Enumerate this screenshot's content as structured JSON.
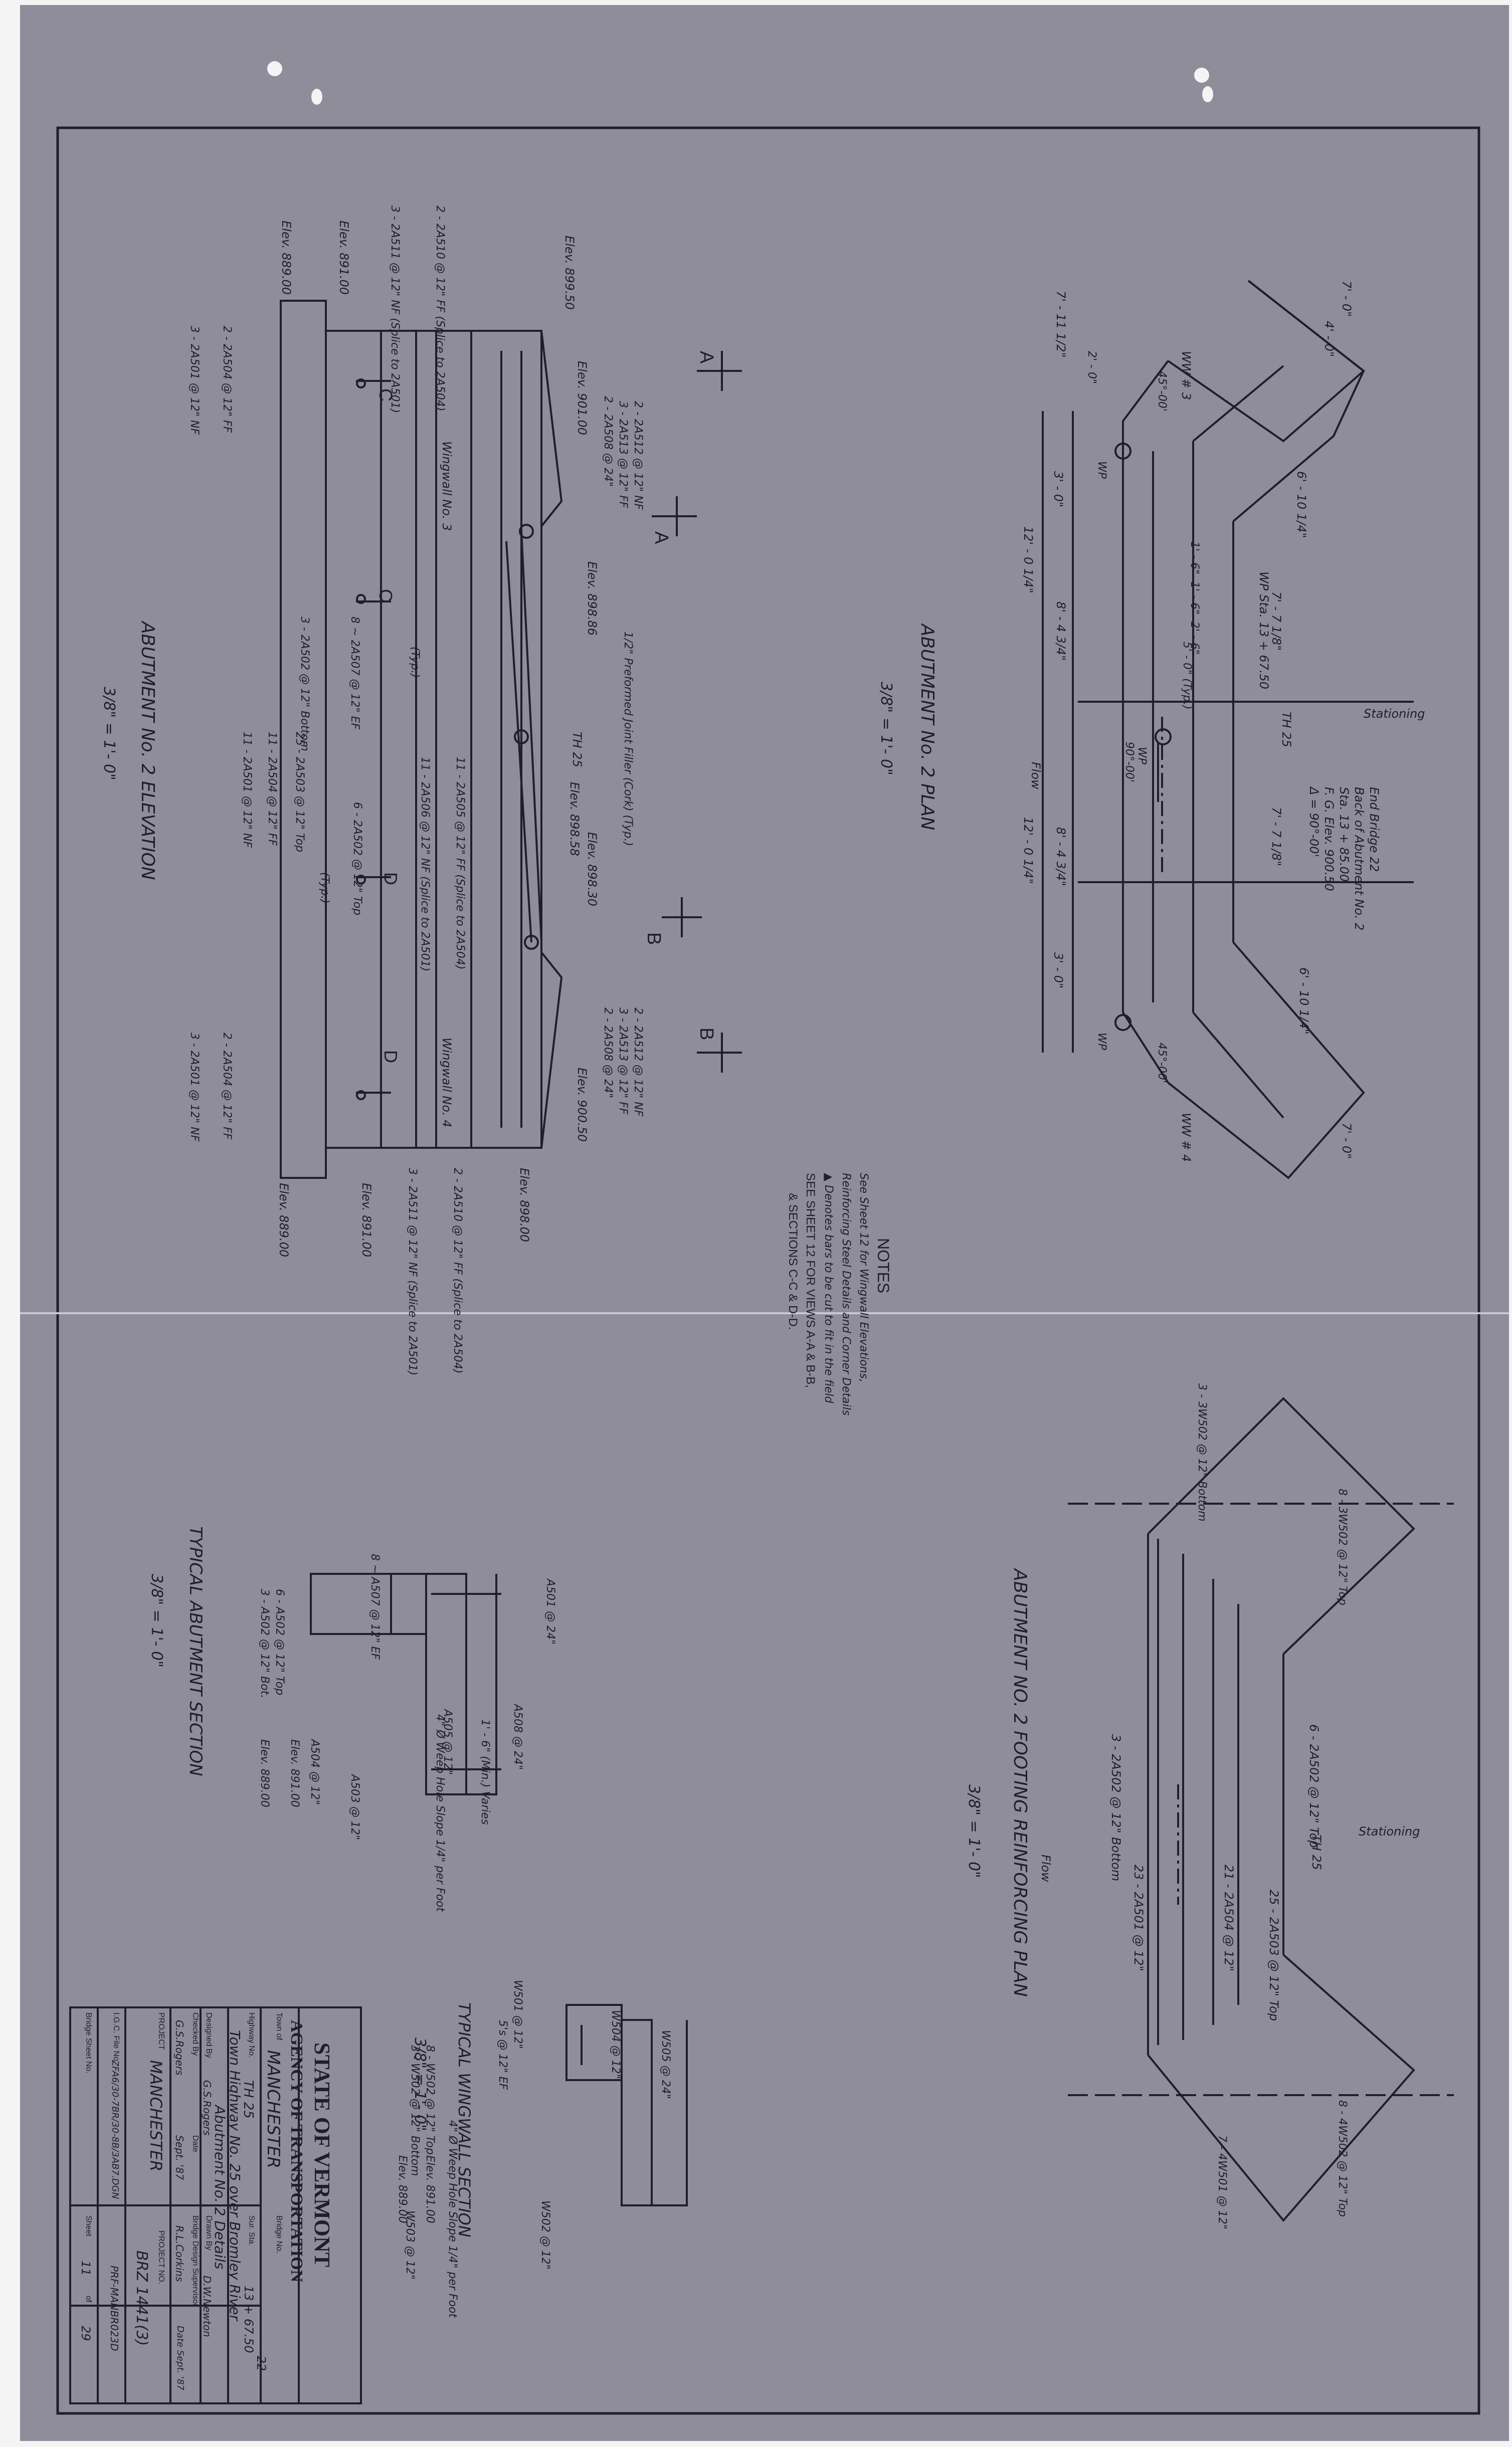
{
  "colors": {
    "paper": "#8e8d99",
    "margin": "#f4f4f4",
    "ink": "#1f1f2a",
    "faint": "#43434f",
    "light": "#c9c8d2"
  },
  "title_block": {
    "state": "STATE OF VERMONT",
    "agency": "AGENCY OF TRANSPORTATION",
    "town_label": "Town of",
    "town": "MANCHESTER",
    "bridge_no_label": "Bridge No.",
    "bridge_no": "22",
    "highway_label": "Highway No.",
    "highway": "TH 25",
    "sur_sta_label": "Sur. Sta.",
    "sur_sta": "13 + 67.50",
    "line1": "Town Highway No. 25 over Bromley River",
    "line2": "Abutment No. 2 Details",
    "designed_label": "Designed By",
    "designed": "G.S.Rogers",
    "drawn_label": "Drawn By",
    "drawn": "D.W.Newton",
    "checked_label": "Checked By",
    "checked": "G.S.Rogers",
    "date_label": "Date",
    "date": "Sept. '87",
    "supervisor_label": "Bridge Design Supervisor",
    "supervisor": "R.L.Corkins",
    "date2": "Date Sept. '87",
    "project_label": "PROJECT",
    "project": "MANCHESTER",
    "project_no_label": "PROJECT NO.",
    "project_no": "BRZ 1441(3)",
    "igc_label": "I.G.C. File No.",
    "igc": "ZFA6/30-7BR/30-8B/3AB7.DGN",
    "file_code": "PRF-MANBR023D",
    "bridge_sheet_label": "Bridge Sheet No.",
    "sheet_label": "Sheet",
    "sheet": "11",
    "of_label": "of",
    "total": "29"
  },
  "views": {
    "plan_title": "ABUTMENT No. 2 PLAN",
    "plan_scale": "3/8\" = 1'- 0\"",
    "elev_title": "ABUTMENT No. 2 ELEVATION",
    "elev_scale": "3/8\" = 1'- 0\"",
    "footing_title": "ABUTMENT NO. 2 FOOTING REINFORCING PLAN",
    "footing_scale": "3/8\" = 1'- 0\"",
    "abut_sec_title": "TYPICAL ABUTMENT SECTION",
    "abut_sec_scale": "3/8\" = 1'- 0\"",
    "wing_sec_title": "TYPICAL WINGWALL SECTION",
    "wing_sec_scale": "3/8\" = 1'- 0\""
  },
  "notes": {
    "title": "NOTES",
    "line1": "See Sheet 12 for Wingwall Elevations,",
    "line2": "Reinforcing Steel Details and Corner Details",
    "line3": "▲ Denotes bars to be cut to fit in the field",
    "line4": "SEE SHEET 12 FOR VIEWS A-A & B-B,",
    "line5": "& SECTIONS C-C & D-D."
  },
  "plan_labels": {
    "end_bridge": "End Bridge 22",
    "back_abut": "Back of Abutment No. 2",
    "sta": "Sta. 13 + 85.00",
    "fg_elev": "F. G. Elev. 900.50",
    "delta": "Δ = 90°-00'",
    "stationing": "Stationing",
    "th25": "TH 25",
    "flow": "Flow",
    "wp_sta": "WP Sta. 13 + 67.50",
    "wp": "WP",
    "ww3": "WW # 3",
    "ww4": "WW # 4",
    "angle45a": "45°-00'",
    "angle45b": "45°-00'",
    "angle90": "90°-00'",
    "d7_0": "7' - 0\"",
    "d4_0": "4' - 0\"",
    "d1_6": "1' - 6\"",
    "d2_6": "2' - 6\"",
    "d3_0": "3' - 0\"",
    "d12": "12' - 0 1/4\"",
    "d8": "8' - 4 3/4\"",
    "d6_10": "6' - 10 1/4\"",
    "d7_7": "7' - 7 1/8\"",
    "d5_0": "5' - 0\" (Typ.)",
    "d7_112": "7' - 11 1/2\"",
    "d2_0": "2' - 0\""
  },
  "elev_labels": {
    "a_left": "A",
    "a_right": "A",
    "b_top": "B",
    "b_bottom": "B",
    "c": "C",
    "d": "D",
    "elev_899_50": "Elev. 899.50",
    "elev_901_00": "Elev. 901.00",
    "elev_898_86": "Elev. 898.86",
    "elev_898_58": "Elev. 898.58",
    "elev_898_30": "Elev. 898.30",
    "elev_900_50": "Elev. 900.50",
    "elev_898_00": "Elev. 898.00",
    "elev_891_a": "Elev. 891.00",
    "elev_891_b": "Elev. 891.00",
    "elev_889_a": "Elev. 889.00",
    "elev_889_b": "Elev. 889.00",
    "bar_2512": "2 - 2A512 @ 12\" NF",
    "bar_2513": "3 - 2A513 @ 12\" FF",
    "bar_2508": "2 - 2A508 @ 24\"",
    "bar_2510": "2 - 2A510 @ 12\" FF (Splice to 2A504)",
    "bar_2511": "3 - 2A511 @ 12\" NF (Splice to 2A501)",
    "bar_2504": "2 - 2A504 @ 12\" FF",
    "bar_2501": "3 - 2A501 @ 12\" NF",
    "bar_2507": "8 ~ 2A507 @ 12\" EF",
    "bar_2505": "11 - 2A505 @ 12\" FF (Splice to 2A504)",
    "bar_2506": "11 - 2A506 @ 12\" NF (Splice to 2A501)",
    "bar_2502": "6 - 2A502 @ 12\" Top",
    "bar_2503": "25 - 2A503 @ 12\" Top",
    "bar_2504b": "11 - 2A504 @ 12\" FF",
    "bar_2501b": "11 - 2A501 @ 12\" NF",
    "bar_bot": "3 - 2A502 @ 12\" Bottom",
    "joint": "1/2\" Preformed Joint Filler (Cork) (Typ.)",
    "wing3": "Wingwall No. 3",
    "wing4": "Wingwall No. 4",
    "th25": "TH 25",
    "typ": "(Typ.)"
  },
  "footing_labels": {
    "stationing": "Stationing",
    "th25": "TH 25",
    "flow": "Flow",
    "top1": "25 - 2A503 @ 12\" Top",
    "mid1": "21 - 2A504 @ 12\"",
    "mid2": "23 - 2A501 @ 12\"",
    "top2": "6 - 2A502 @ 12\" Top",
    "bot": "3 - 2A502 @ 12\" Bottom",
    "w1": "3 - 3W502 @ 12\" Bottom",
    "w2": "8 - 3W502 @ 12\" Top",
    "w3": "8 - 4W502 @ 12\" Top",
    "w4": "7 - 4W501 @ 12\""
  },
  "section_labels": {
    "a501": "A501 @ 24\"",
    "a508": "A508 @ 24\"",
    "a507": "8 ~ A507 @ 12\" EF",
    "a505": "A505 @ 12\"",
    "a503": "A503 @ 12\"",
    "a504": "A504 @ 12\"",
    "a502": "6 - A502 @ 12\" Top",
    "a502b": "3 - A502 @ 12\" Bot.",
    "weep": "4\" Ø Weep Hole Slope 1/4\" per Foot",
    "min": "1' - 6\" (Min.) Varies",
    "elev891": "Elev. 891.00",
    "elev889": "Elev. 889.00",
    "w505": "W505 @ 24\"",
    "w504": "W504 @ 12\"",
    "w502": "W502 @ 12\"",
    "w503": "W503 @ 12\"",
    "w501": "W501 @ 12\"",
    "w_ef": "5's @ 12\" EF",
    "w_top": "8 - W502 @ 12\" Top",
    "w_bot": "3 - W502 @ 12\" Bottom",
    "wsec_elev891": "Elev. 891.00",
    "wsec_elev889": "Elev. 889.00",
    "wsec_weep": "4\" Ø Weep Hole Slope 1/4\" per Foot"
  }
}
